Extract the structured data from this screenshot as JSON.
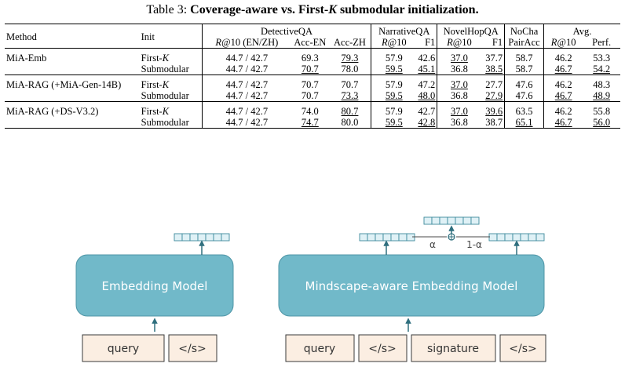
{
  "caption": {
    "prefix": "Table 3: ",
    "bold_a": "Coverage-aware vs. First-",
    "k": "K",
    "bold_b": " submodular initialization."
  },
  "table": {
    "col_method": "Method",
    "col_init": "Init",
    "groups": {
      "detective": "DetectiveQA",
      "narrative": "NarrativeQA",
      "novelhop": "NovelHopQA",
      "nocha": "NoCha",
      "avg": "Avg."
    },
    "subs": {
      "det_recall": "@10 (EN/ZH)",
      "det_accen": "Acc-EN",
      "det_acczh": "Acc-ZH",
      "nar_recall": "@10",
      "nar_f1": "F1",
      "nh_recall": "@10",
      "nh_f1": "F1",
      "nocha_pair": "PairAcc",
      "avg_recall": "@10",
      "avg_perf": "Perf.",
      "R": "R"
    },
    "rows": [
      {
        "method": "MiA-Emb",
        "init": "First-",
        "init_k": "K",
        "v": [
          "44.7 / 42.7",
          "69.3",
          "79.3",
          "57.9",
          "42.6",
          "37.0",
          "37.7",
          "58.7",
          "46.2",
          "53.3"
        ],
        "u": [
          false,
          false,
          true,
          false,
          false,
          true,
          false,
          false,
          false,
          false
        ]
      },
      {
        "method": "",
        "init": "Submodular",
        "init_k": "",
        "v": [
          "44.7 / 42.7",
          "70.7",
          "78.0",
          "59.5",
          "45.1",
          "36.8",
          "38.5",
          "58.7",
          "46.7",
          "54.2"
        ],
        "u": [
          false,
          true,
          false,
          true,
          true,
          false,
          true,
          false,
          true,
          true
        ]
      },
      {
        "method": "MiA-RAG (+MiA-Gen-14B)",
        "init": "First-",
        "init_k": "K",
        "v": [
          "44.7 / 42.7",
          "70.7",
          "70.7",
          "57.9",
          "47.2",
          "37.0",
          "27.7",
          "47.6",
          "46.2",
          "48.3"
        ],
        "u": [
          false,
          false,
          false,
          false,
          false,
          true,
          false,
          false,
          false,
          false
        ]
      },
      {
        "method": "",
        "init": "Submodular",
        "init_k": "",
        "v": [
          "44.7 / 42.7",
          "70.7",
          "73.3",
          "59.5",
          "48.0",
          "36.8",
          "27.9",
          "47.6",
          "46.7",
          "48.9"
        ],
        "u": [
          false,
          false,
          true,
          true,
          true,
          false,
          true,
          false,
          true,
          true
        ]
      },
      {
        "method": "MiA-RAG (+DS-V3.2)",
        "init": "First-",
        "init_k": "K",
        "v": [
          "44.7 / 42.7",
          "74.0",
          "80.7",
          "57.9",
          "42.7",
          "37.0",
          "39.6",
          "63.5",
          "46.2",
          "55.8"
        ],
        "u": [
          false,
          false,
          true,
          false,
          false,
          true,
          true,
          false,
          false,
          false
        ]
      },
      {
        "method": "",
        "init": "Submodular",
        "init_k": "",
        "v": [
          "44.7 / 42.7",
          "74.7",
          "80.0",
          "59.5",
          "42.8",
          "36.8",
          "38.7",
          "65.1",
          "46.7",
          "56.0"
        ],
        "u": [
          false,
          true,
          false,
          true,
          true,
          false,
          false,
          true,
          true,
          true
        ]
      }
    ]
  },
  "diagram": {
    "left": {
      "model_label": "Embedding Model",
      "inputs": [
        "query",
        "</s>"
      ]
    },
    "right": {
      "model_label": "Mindscape-aware Embedding Model",
      "inputs": [
        "query",
        "</s>",
        "signature",
        "</s>"
      ],
      "alpha": "α",
      "one_minus_alpha": "1-α"
    },
    "colors": {
      "model_fill": "#71b9c9",
      "model_stroke": "#4e95a6",
      "input_fill": "#fbeee2",
      "input_stroke": "#3a3a3a",
      "vector_fill": "#dff1f6",
      "vector_stroke": "#3d8a9c",
      "arrow": "#2f6f7e",
      "text_model": "#ffffff",
      "text_input": "#333333"
    }
  }
}
